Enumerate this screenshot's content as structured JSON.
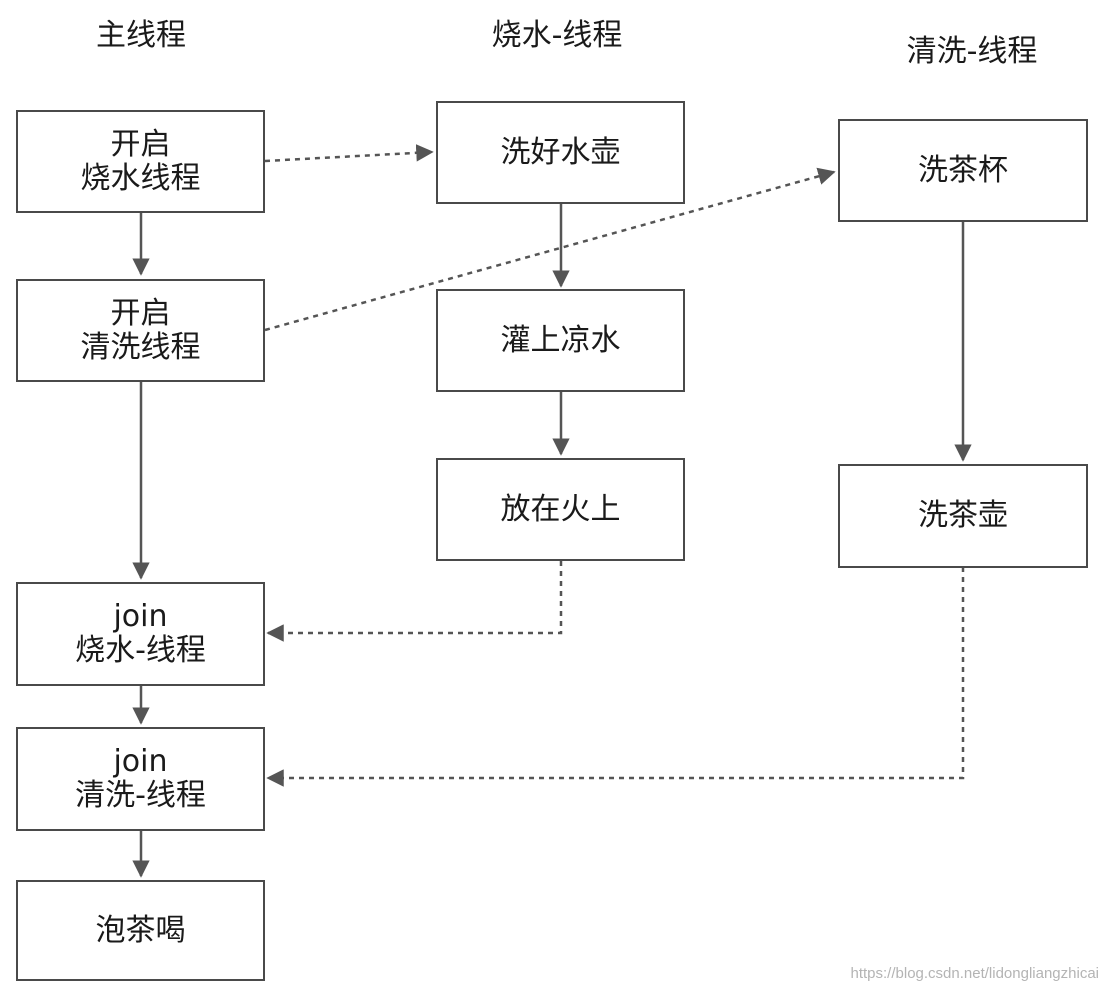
{
  "lanes": {
    "main": "主线程",
    "boil": "烧水-线程",
    "wash": "清洗-线程"
  },
  "nodes": {
    "main_start_boil": [
      "开启",
      "烧水线程"
    ],
    "main_start_wash": [
      "开启",
      "清洗线程"
    ],
    "main_join_boil": [
      "join",
      "烧水-线程"
    ],
    "main_join_wash": [
      "join",
      "清洗-线程"
    ],
    "main_drink": "泡茶喝",
    "boil_wash_kettle": "洗好水壶",
    "boil_fill_water": "灌上凉水",
    "boil_on_fire": "放在火上",
    "wash_cups": "洗茶杯",
    "wash_teapot": "洗茶壶"
  },
  "edges": [
    {
      "from": "main_start_boil",
      "to": "main_start_wash",
      "style": "solid"
    },
    {
      "from": "main_start_wash",
      "to": "main_join_boil",
      "style": "solid"
    },
    {
      "from": "main_join_boil",
      "to": "main_join_wash",
      "style": "solid"
    },
    {
      "from": "main_join_wash",
      "to": "main_drink",
      "style": "solid"
    },
    {
      "from": "boil_wash_kettle",
      "to": "boil_fill_water",
      "style": "solid"
    },
    {
      "from": "boil_fill_water",
      "to": "boil_on_fire",
      "style": "solid"
    },
    {
      "from": "wash_cups",
      "to": "wash_teapot",
      "style": "solid"
    },
    {
      "from": "main_start_boil",
      "to": "boil_wash_kettle",
      "style": "dashed"
    },
    {
      "from": "main_start_wash",
      "to": "wash_cups",
      "style": "dashed"
    },
    {
      "from": "boil_on_fire",
      "to": "main_join_boil",
      "style": "dashed"
    },
    {
      "from": "wash_teapot",
      "to": "main_join_wash",
      "style": "dashed"
    }
  ],
  "colors": {
    "line": "#555555",
    "border": "#4a4a4a"
  },
  "watermark": "https://blog.csdn.net/lidongliangzhicai"
}
